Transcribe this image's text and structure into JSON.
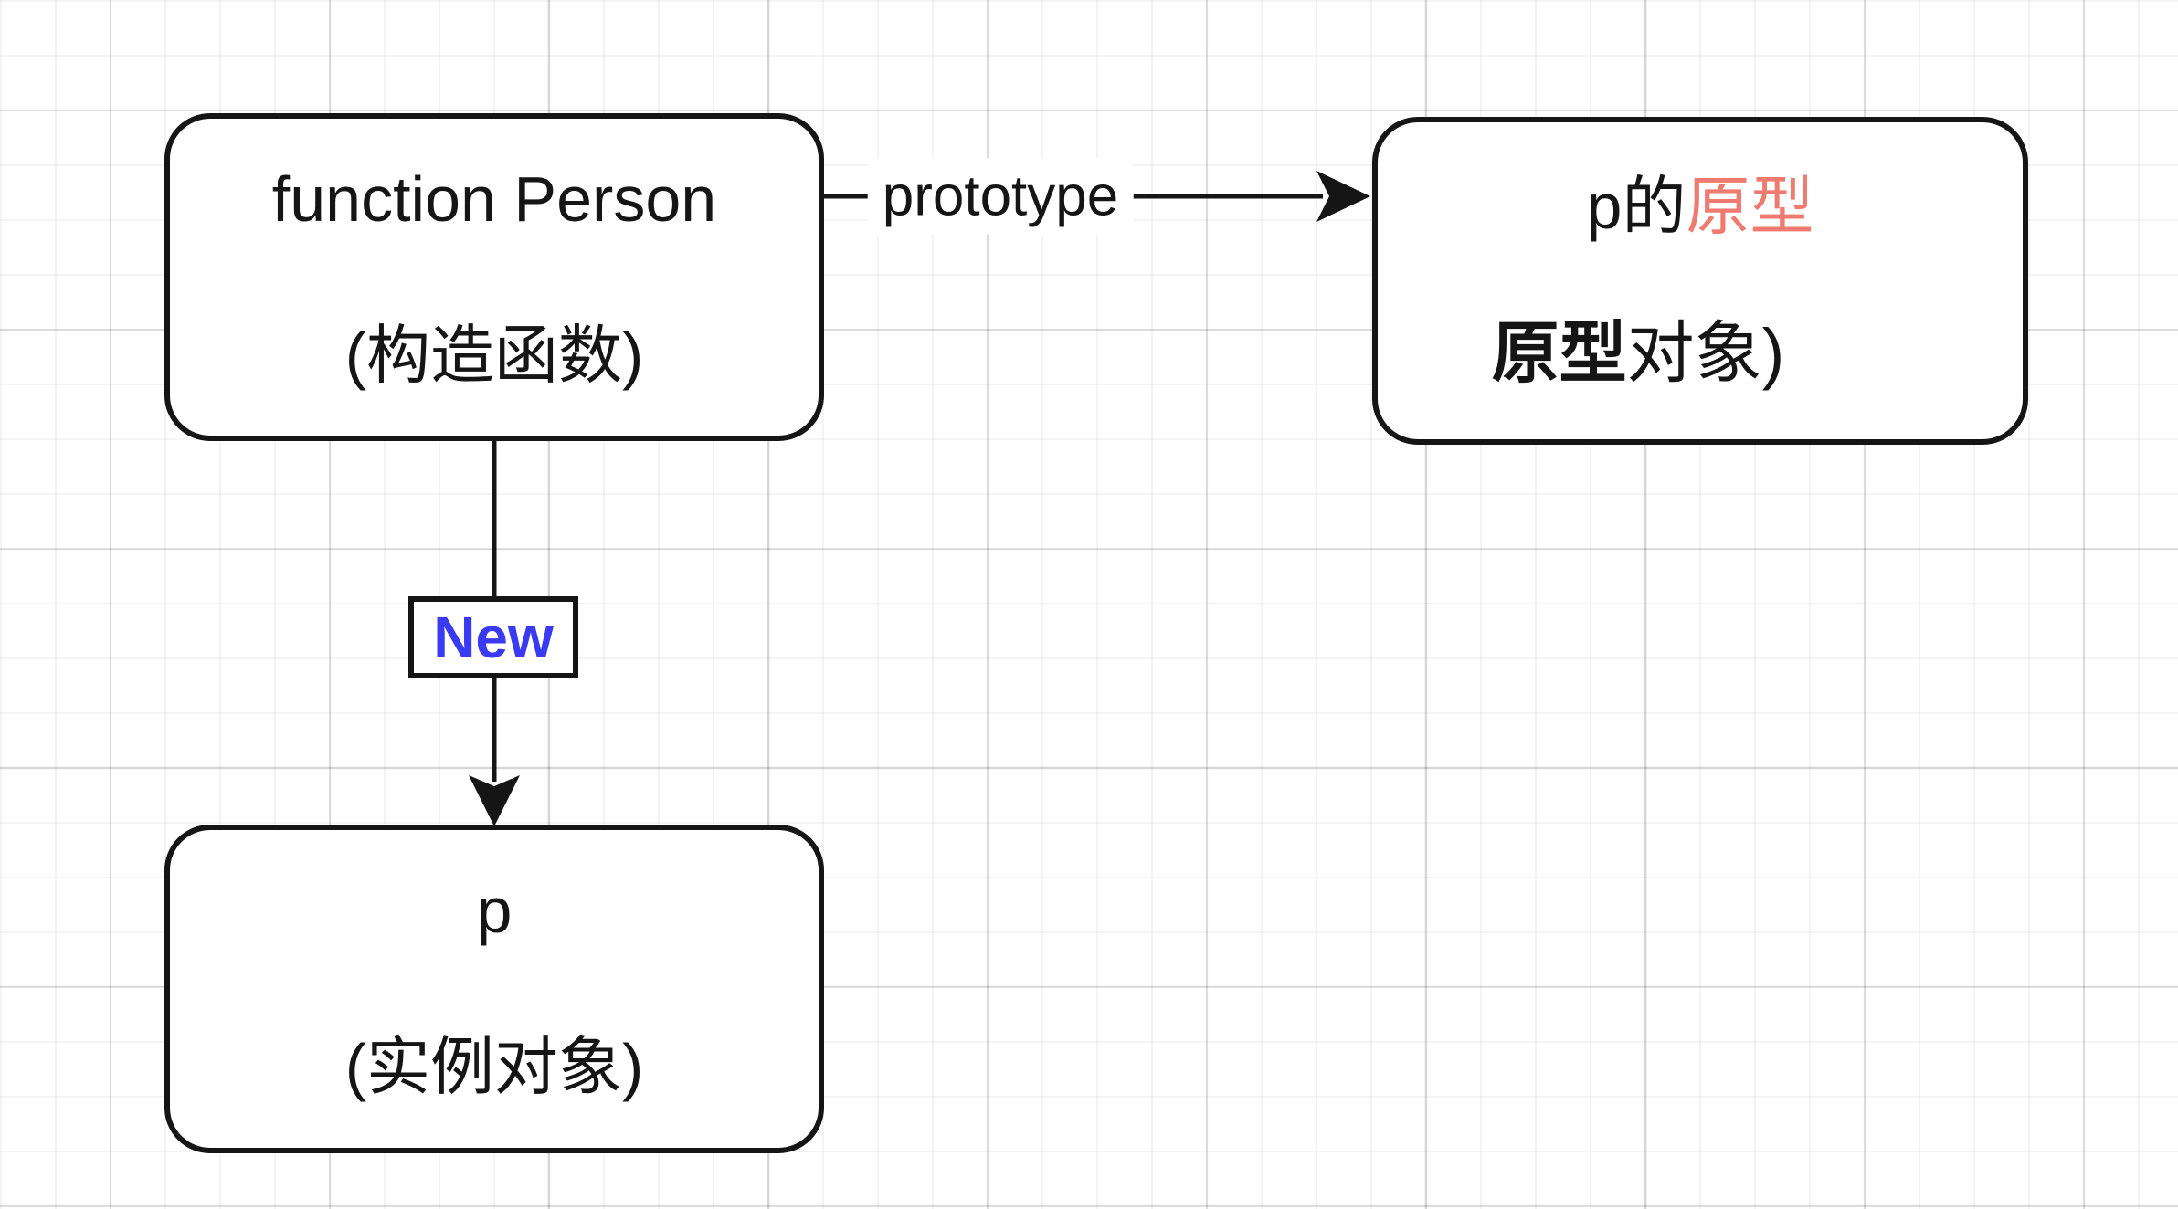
{
  "colors": {
    "stroke": "#151515",
    "highlight_red": "#ee7a70",
    "new_blue": "#3a3af2",
    "canvas_bg": "#ffffff"
  },
  "nodes": {
    "constructor": {
      "title": "function Person",
      "subtitle": "(构造函数)"
    },
    "prototype_obj": {
      "title_prefix": "p的",
      "title_highlight": "原型",
      "subtitle_bold": "原型",
      "subtitle_rest": "对象)"
    },
    "instance": {
      "title": "p",
      "subtitle": "(实例对象)"
    }
  },
  "edges": {
    "prototype": {
      "label": "prototype"
    },
    "new": {
      "label": "New"
    }
  }
}
